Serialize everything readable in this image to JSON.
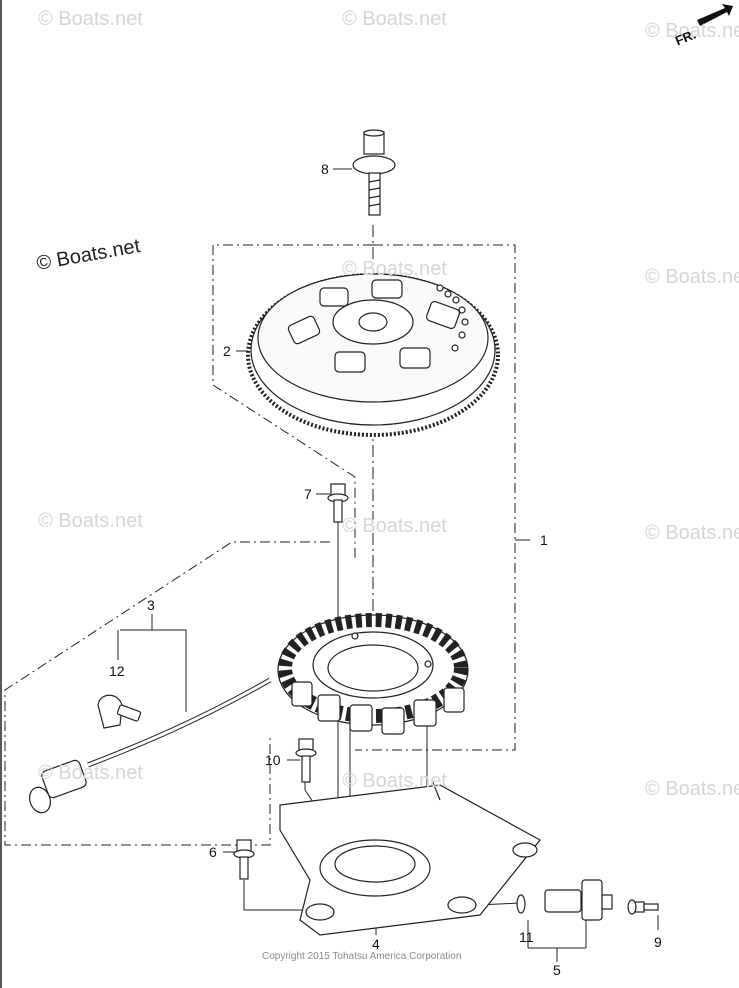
{
  "watermark": "© Boats.net",
  "copyright": "Copyright 2015 Tohatsu America Corporation",
  "direction": "FR.",
  "callouts": [
    {
      "id": "c1",
      "text": "1"
    },
    {
      "id": "c2",
      "text": "2"
    },
    {
      "id": "c3",
      "text": "3"
    },
    {
      "id": "c4",
      "text": "4"
    },
    {
      "id": "c5",
      "text": "5"
    },
    {
      "id": "c6",
      "text": "6"
    },
    {
      "id": "c7",
      "text": "7"
    },
    {
      "id": "c8",
      "text": "8"
    },
    {
      "id": "c9",
      "text": "9"
    },
    {
      "id": "c10",
      "text": "10"
    },
    {
      "id": "c11",
      "text": "11"
    },
    {
      "id": "c12",
      "text": "12"
    }
  ]
}
